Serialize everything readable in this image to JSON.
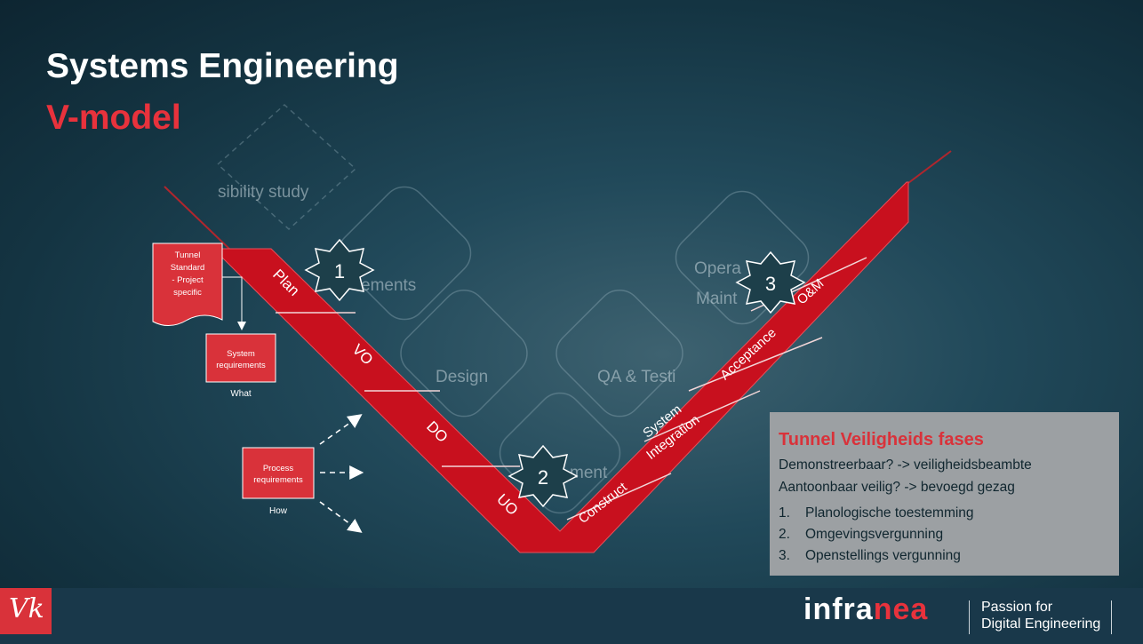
{
  "slide": {
    "title": "Systems Engineering",
    "subtitle": "V-model"
  },
  "background_labels": {
    "feasibility": "sibility study",
    "requirements": "ements",
    "design": "Design",
    "qa": "QA & Testi",
    "operations": "Opera",
    "maintenance": "Maint",
    "implementation": "ment"
  },
  "v_phases": {
    "plan": "Plan",
    "vo": "VO",
    "do": "DO",
    "uo": "UO",
    "construct": "Construct",
    "system_integration_line1": "System",
    "system_integration_line2": "Integration",
    "acceptance": "Acceptance",
    "om": "O&M"
  },
  "stars": [
    "1",
    "2",
    "3"
  ],
  "flow": {
    "tunnel_doc": [
      "Tunnel",
      "Standard",
      "- Project",
      "specific"
    ],
    "system_req_line1": "System",
    "system_req_line2": "requirements",
    "what": "What",
    "process_req_line1": "Process",
    "process_req_line2": "requirements",
    "how": "How"
  },
  "infobox": {
    "heading": "Tunnel Veiligheids fases",
    "line1": "Demonstreerbaar? -> veiligheidsbeambte",
    "line2": "Aantoonbaar veilig? -> bevoegd gezag",
    "items": [
      {
        "num": "1.",
        "text": "Planologische toestemming"
      },
      {
        "num": "2.",
        "text": "Omgevingsvergunning"
      },
      {
        "num": "3.",
        "text": "Openstellings vergunning"
      }
    ]
  },
  "footer": {
    "brand_part1": "infra",
    "brand_part2": "nea",
    "tagline_line1": "Passion for",
    "tagline_line2": "Digital Engineering",
    "left_logo": "Vk"
  },
  "colors": {
    "accent_red": "#d9323a",
    "v_band": "#c8101e",
    "infobox_bg": "#9ca0a3",
    "star_fill": "#1d3f4a"
  }
}
